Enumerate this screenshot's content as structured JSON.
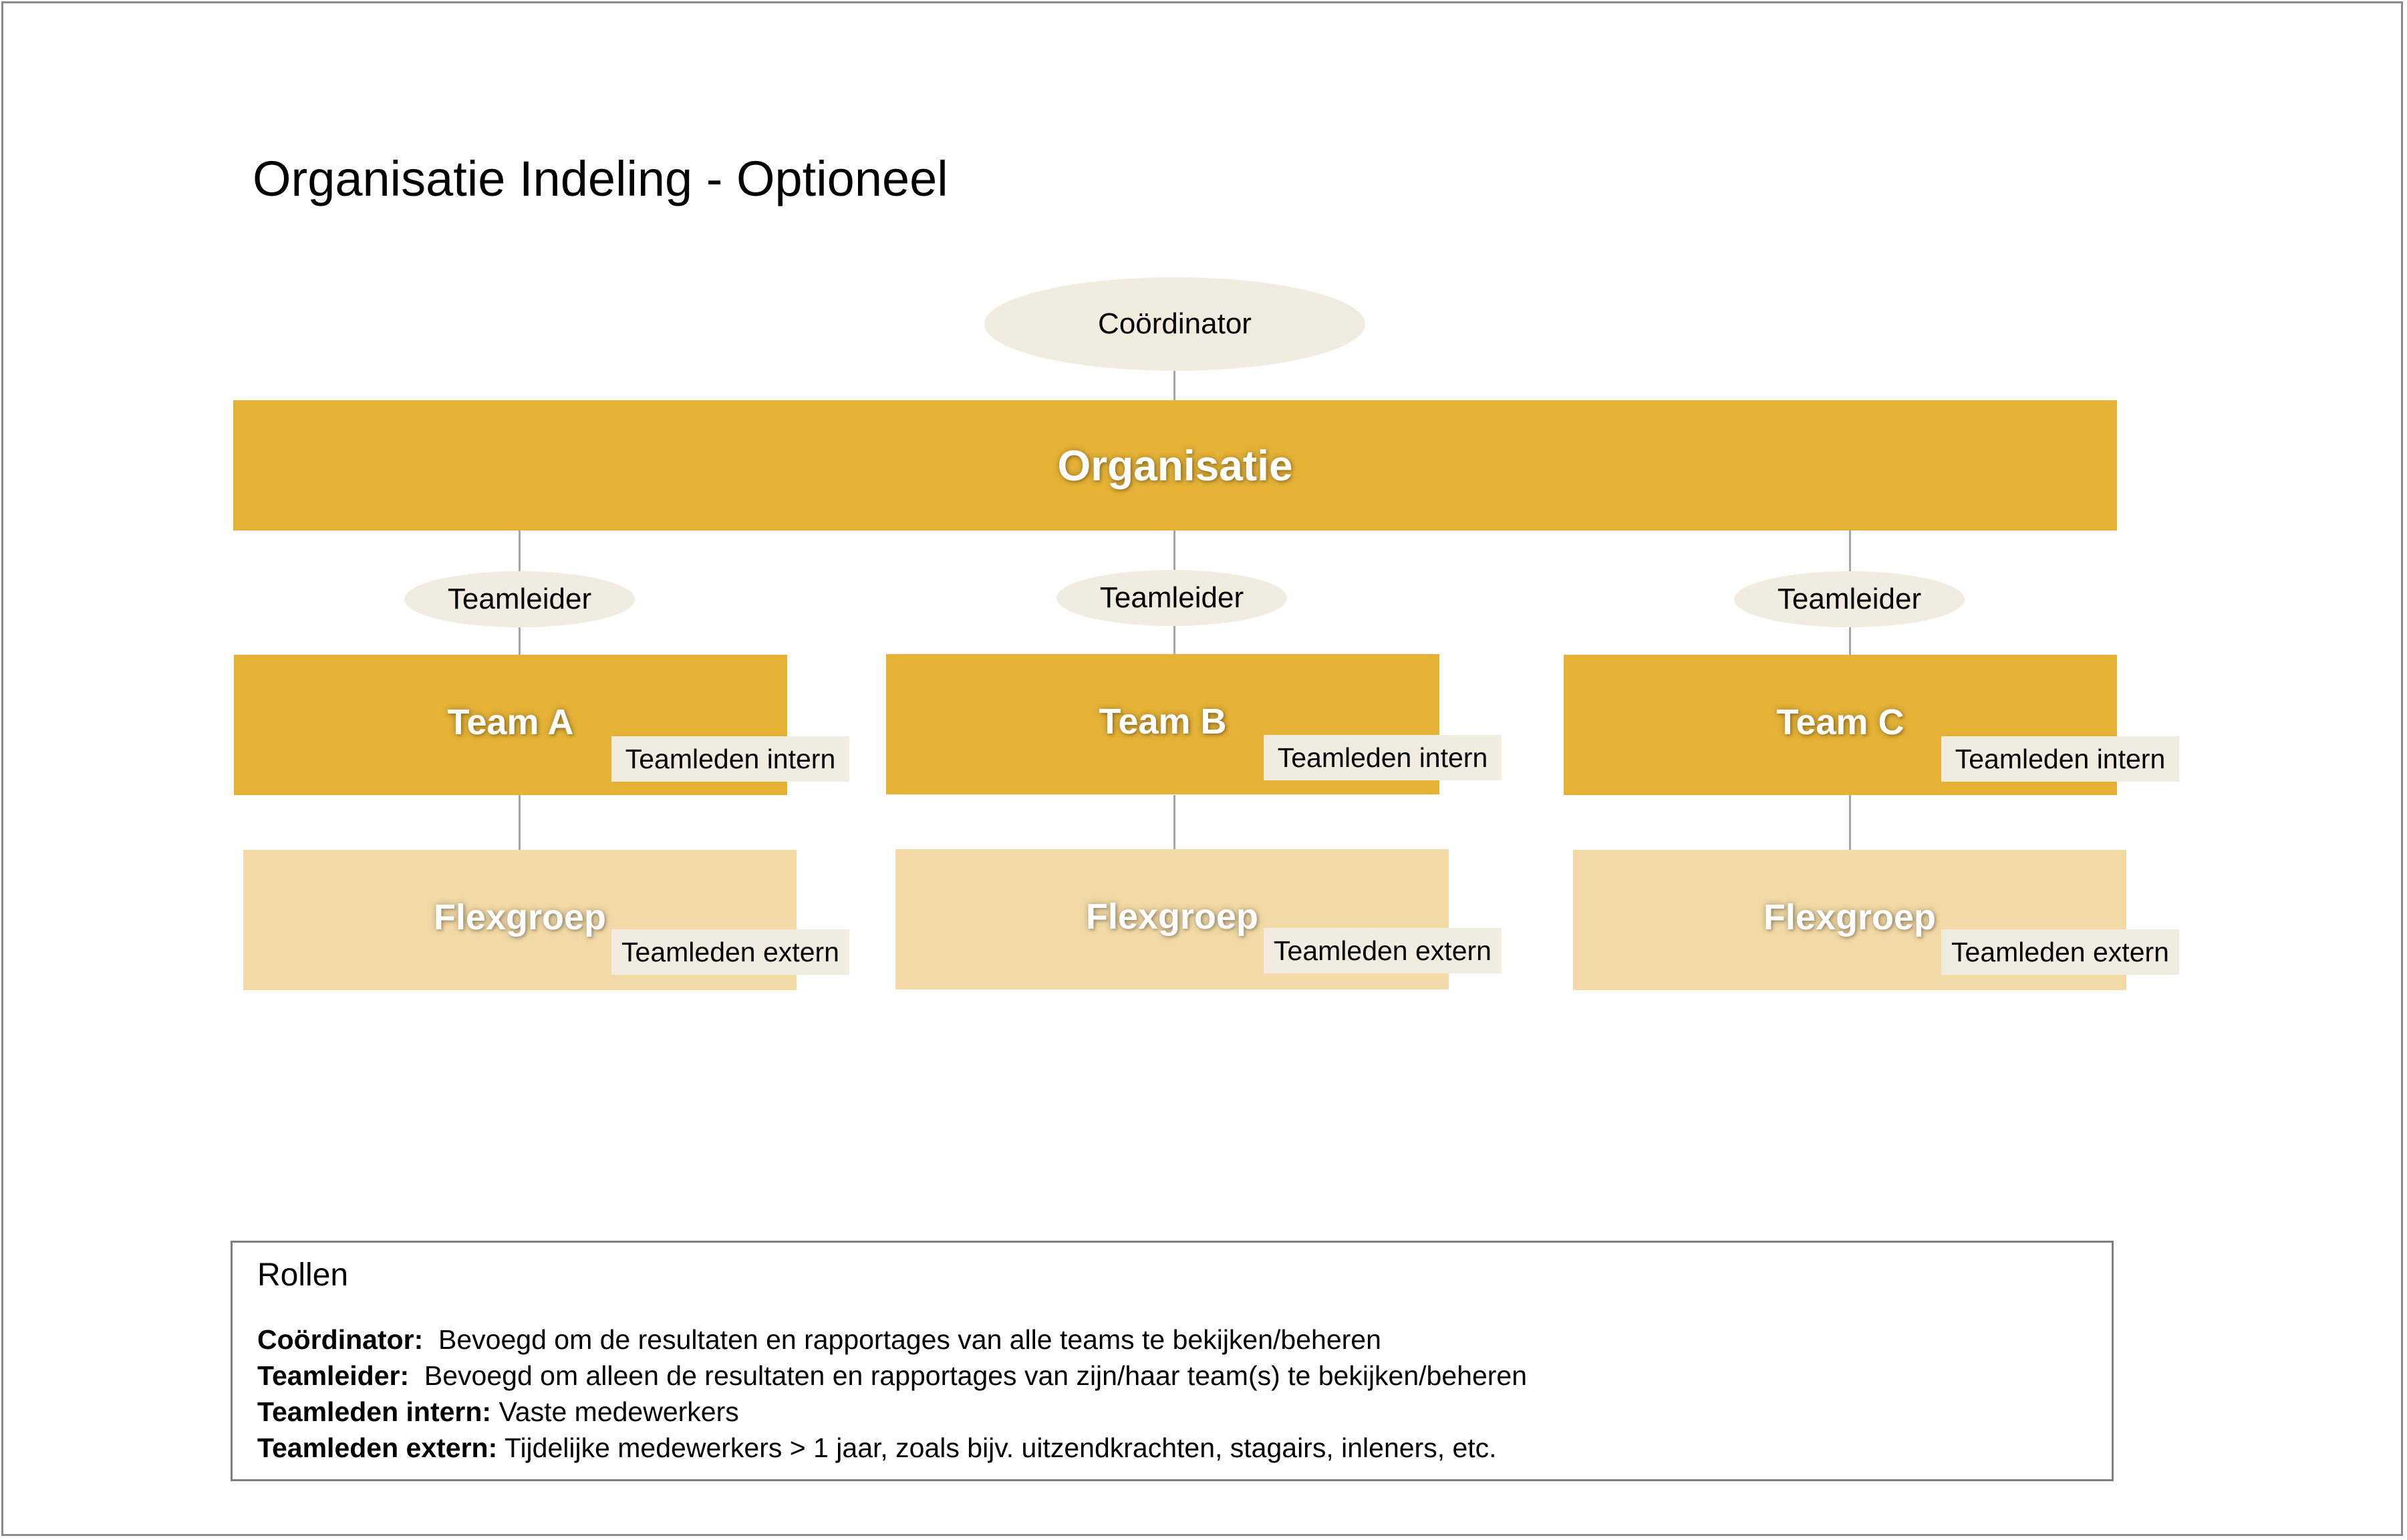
{
  "title": "Organisatie Indeling - Optioneel",
  "colors": {
    "primary_box": "#e5b236",
    "flex_box": "#f2d9a6",
    "role_shape": "#f2ece0",
    "connector": "#a6a6a6"
  },
  "coordinator": "Coördinator",
  "organisation": "Organisatie",
  "teams": [
    {
      "leader": "Teamleider",
      "name": "Team A",
      "intern": "Teamleden intern",
      "flex": "Flexgroep",
      "extern": "Teamleden extern"
    },
    {
      "leader": "Teamleider",
      "name": "Team B",
      "intern": "Teamleden intern",
      "flex": "Flexgroep",
      "extern": "Teamleden extern"
    },
    {
      "leader": "Teamleider",
      "name": "Team C",
      "intern": "Teamleden intern",
      "flex": "Flexgroep",
      "extern": "Teamleden extern"
    }
  ],
  "legend": {
    "title": "Rollen",
    "rows": [
      {
        "term": "Coördinator:",
        "description": "  Bevoegd om de resultaten en rapportages van alle teams te bekijken/beheren"
      },
      {
        "term": "Teamleider:",
        "description": "  Bevoegd om alleen de resultaten en rapportages van zijn/haar team(s) te bekijken/beheren"
      },
      {
        "term": "Teamleden intern:",
        "description": " Vaste medewerkers"
      },
      {
        "term": "Teamleden extern:",
        "description": " Tijdelijke medewerkers > 1 jaar, zoals bijv. uitzendkrachten, stagairs, inleners, etc."
      }
    ]
  }
}
